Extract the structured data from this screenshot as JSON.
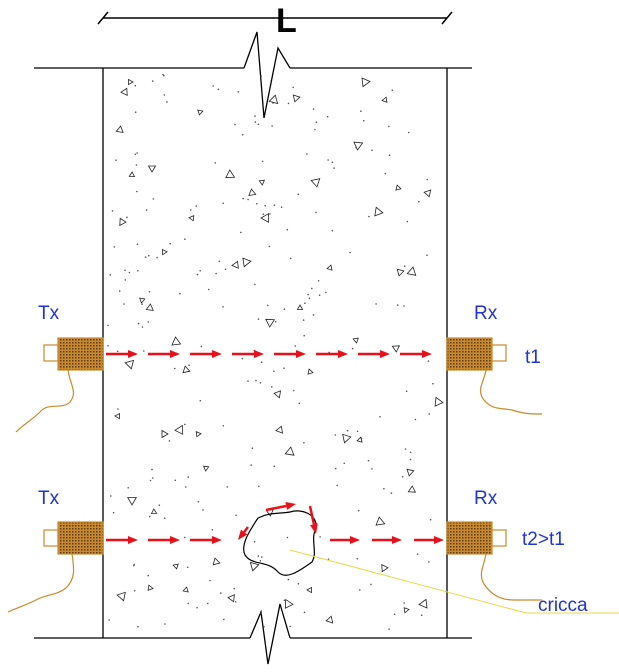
{
  "labels": {
    "length": "L",
    "tx_top": "Tx",
    "rx_top": "Rx",
    "time_top": "t1",
    "tx_bottom": "Tx",
    "rx_bottom": "Rx",
    "time_bottom": "t2>t1",
    "crack": "cricca"
  },
  "colors": {
    "text": "#1f33d6",
    "arrow": "#e8111b",
    "transducer": "#c98a2c",
    "leader": "#e8d84a",
    "line": "#000000"
  }
}
